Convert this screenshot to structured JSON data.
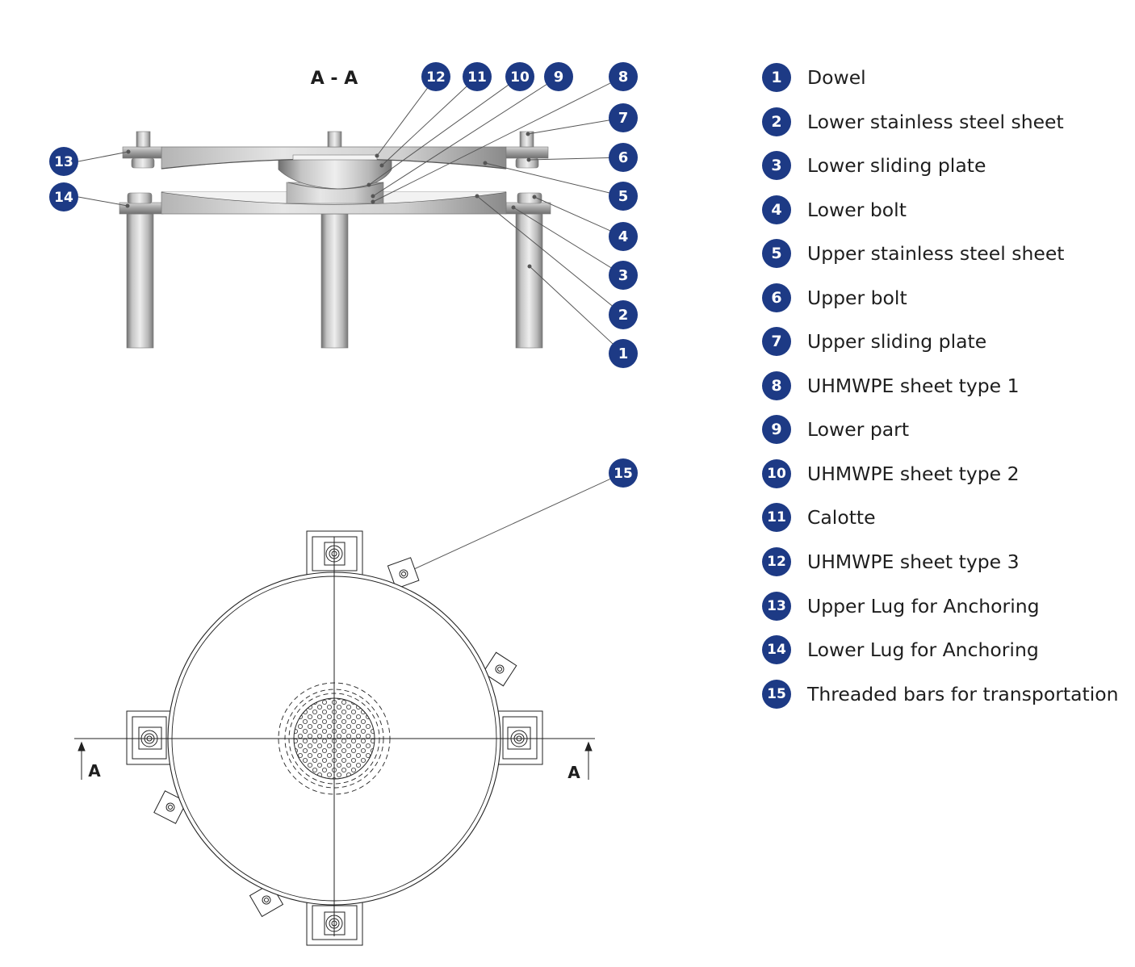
{
  "section_title": "A - A",
  "section_mark_left": "A",
  "section_mark_right": "A",
  "colors": {
    "badge": "#1d3a85",
    "steel_light": "#e4e4e4",
    "steel_dark": "#8e8e8e",
    "line": "#2a2a2a"
  },
  "callouts": [
    "1",
    "2",
    "3",
    "4",
    "5",
    "6",
    "7",
    "8",
    "9",
    "10",
    "11",
    "12",
    "13",
    "14",
    "15"
  ],
  "legend": [
    {
      "num": "1",
      "label": "Dowel"
    },
    {
      "num": "2",
      "label": "Lower stainless steel sheet"
    },
    {
      "num": "3",
      "label": "Lower sliding plate"
    },
    {
      "num": "4",
      "label": "Lower bolt"
    },
    {
      "num": "5",
      "label": "Upper stainless steel sheet"
    },
    {
      "num": "6",
      "label": "Upper bolt"
    },
    {
      "num": "7",
      "label": "Upper sliding plate"
    },
    {
      "num": "8",
      "label": "UHMWPE sheet type 1"
    },
    {
      "num": "9",
      "label": "Lower part"
    },
    {
      "num": "10",
      "label": "UHMWPE sheet type 2"
    },
    {
      "num": "11",
      "label": "Calotte"
    },
    {
      "num": "12",
      "label": "UHMWPE sheet type 3"
    },
    {
      "num": "13",
      "label": "Upper Lug for Anchoring"
    },
    {
      "num": "14",
      "label": "Lower Lug for Anchoring"
    },
    {
      "num": "15",
      "label": "Threaded bars for transportation"
    }
  ]
}
